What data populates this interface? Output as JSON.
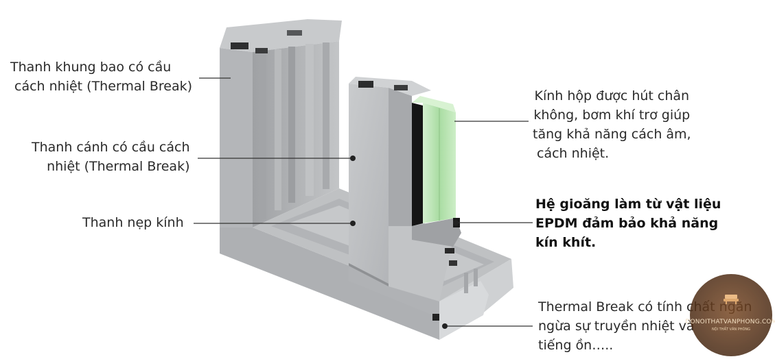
{
  "callouts": {
    "outer_frame": [
      "Thanh khung bao có cầu",
      "cách nhiệt (Thermal Break)"
    ],
    "sash": [
      "Thanh cánh có cầu cách",
      "nhiệt (Thermal Break)"
    ],
    "glazing_bead": [
      "Thanh nẹp kính"
    ],
    "insulated_glass": [
      "Kính hộp được hút chân",
      "không, bơm khí trơ giúp",
      "tăng khả năng cách âm,",
      "cách nhiệt."
    ],
    "gasket": [
      "Hệ gioăng làm từ vật liệu",
      "EPDM đảm bảo khả năng",
      "kín khít."
    ],
    "thermal_break": [
      "Thermal Break có tính chất ngăn",
      "ngừa sự truyền nhiệt và",
      "tiếng ồn….."
    ]
  },
  "watermark": {
    "brand": "DONOITHATVANPHONG.COM",
    "sub": "NỘI THẤT VĂN PHÒNG"
  },
  "colors": {
    "aluminum_light": "#c4c6c8",
    "aluminum_mid": "#a9abae",
    "aluminum_dark": "#8e9093",
    "glass": "#b9e3b4",
    "leader": "#333333"
  }
}
